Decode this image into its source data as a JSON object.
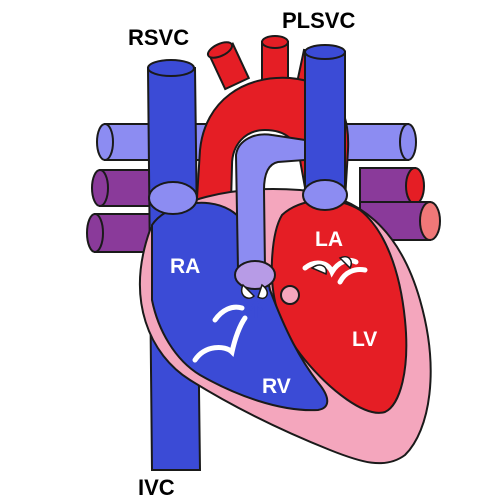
{
  "labels": {
    "rsvc": "RSVC",
    "plsvc": "PLSVC",
    "ivc": "IVC",
    "ra": "RA",
    "la": "LA",
    "rv": "RV",
    "lv": "LV"
  },
  "colors": {
    "outline": "#1a1a1a",
    "deoxygenated_blue": "#3b4bd6",
    "oxygenated_red": "#e51e25",
    "pulmonary_artery_light": "#8c8cf2",
    "pulmonary_veins_purple": "#8a3a9a",
    "pericardium_pink": "#f4a6bd",
    "valve_white": "#ffffff",
    "valve_lavender": "#b79be6"
  }
}
